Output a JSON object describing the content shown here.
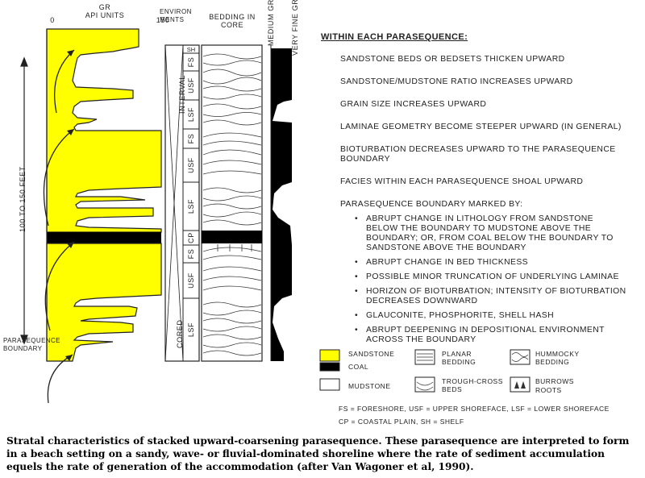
{
  "log": {
    "gr_title": "GR",
    "gr_units": "API UNITS",
    "scale_min": "0",
    "scale_max": "150",
    "thickness_label": "100 TO 150 FEET",
    "boundary_label": "PARASEQUENCE BOUNDARY",
    "col_environments": "ENVIRON MENTS",
    "col_bedding": "BEDDING IN CORE",
    "col_medium": "MEDIUM GRAINED",
    "col_veryfine": "VERY FINE GRAINED",
    "interval_label": "INTERVAL",
    "cored_label": "CORED",
    "facies": [
      "SH",
      "FS",
      "USF",
      "LSF",
      "FS",
      "USF",
      "LSF",
      "CP",
      "FS",
      "USF",
      "LSF"
    ]
  },
  "notes": {
    "heading": "WITHIN EACH PARASEQUENCE:",
    "items": [
      "SANDSTONE BEDS OR BEDSETS THICKEN UPWARD",
      "SANDSTONE/MUDSTONE RATIO INCREASES UPWARD",
      "GRAIN SIZE INCREASES UPWARD",
      "LAMINAE GEOMETRY BECOME STEEPER UPWARD (IN GENERAL)",
      "BIOTURBATION DECREASES UPWARD TO THE PARASEQUENCE BOUNDARY",
      "FACIES WITHIN EACH PARASEQUENCE SHOAL UPWARD"
    ],
    "boundary_heading": "PARASEQUENCE BOUNDARY MARKED BY:",
    "boundary_items": [
      "ABRUPT CHANGE IN LITHOLOGY FROM SANDSTONE BELOW THE BOUNDARY TO MUDSTONE ABOVE THE BOUNDARY; OR, FROM COAL BELOW THE BOUNDARY TO SANDSTONE ABOVE THE BOUNDARY",
      "ABRUPT CHANGE IN BED THICKNESS",
      "POSSIBLE MINOR TRUNCATION OF UNDERLYING LAMINAE",
      "HORIZON OF BIOTURBATION; INTENSITY OF BIOTURBATION DECREASES DOWNWARD",
      "GLAUCONITE, PHOSPHORITE, SHELL HASH",
      "ABRUPT DEEPENING IN DEPOSITIONAL ENVIRONMENT ACROSS THE BOUNDARY"
    ]
  },
  "legend": {
    "sandstone": "SANDSTONE",
    "coal": "COAL",
    "mudstone": "MUDSTONE",
    "planar": "PLANAR BEDDING",
    "trough": "TROUGH-CROSS BEDS",
    "hummocky": "HUMMOCKY BEDDING",
    "burrows": "BURROWS",
    "roots": "ROOTS",
    "abbrev_1": "FS = FORESHORE, USF = UPPER SHOREFACE, LSF = LOWER SHOREFACE",
    "abbrev_2": "CP = COASTAL PLAIN, SH = SHELF",
    "colors": {
      "sandstone": "#ffff00",
      "coal": "#000000",
      "mudstone": "#ffffff"
    }
  },
  "caption": "Stratal characteristics of stacked upward-coarsening parasequence.  These parasequence are interpreted to form in a beach setting on a sandy, wave- or fluvial-dominated shoreline where the rate of sediment accumulation equels the rate of generation of the accommodation (after Van Wagoner et al, 1990)."
}
